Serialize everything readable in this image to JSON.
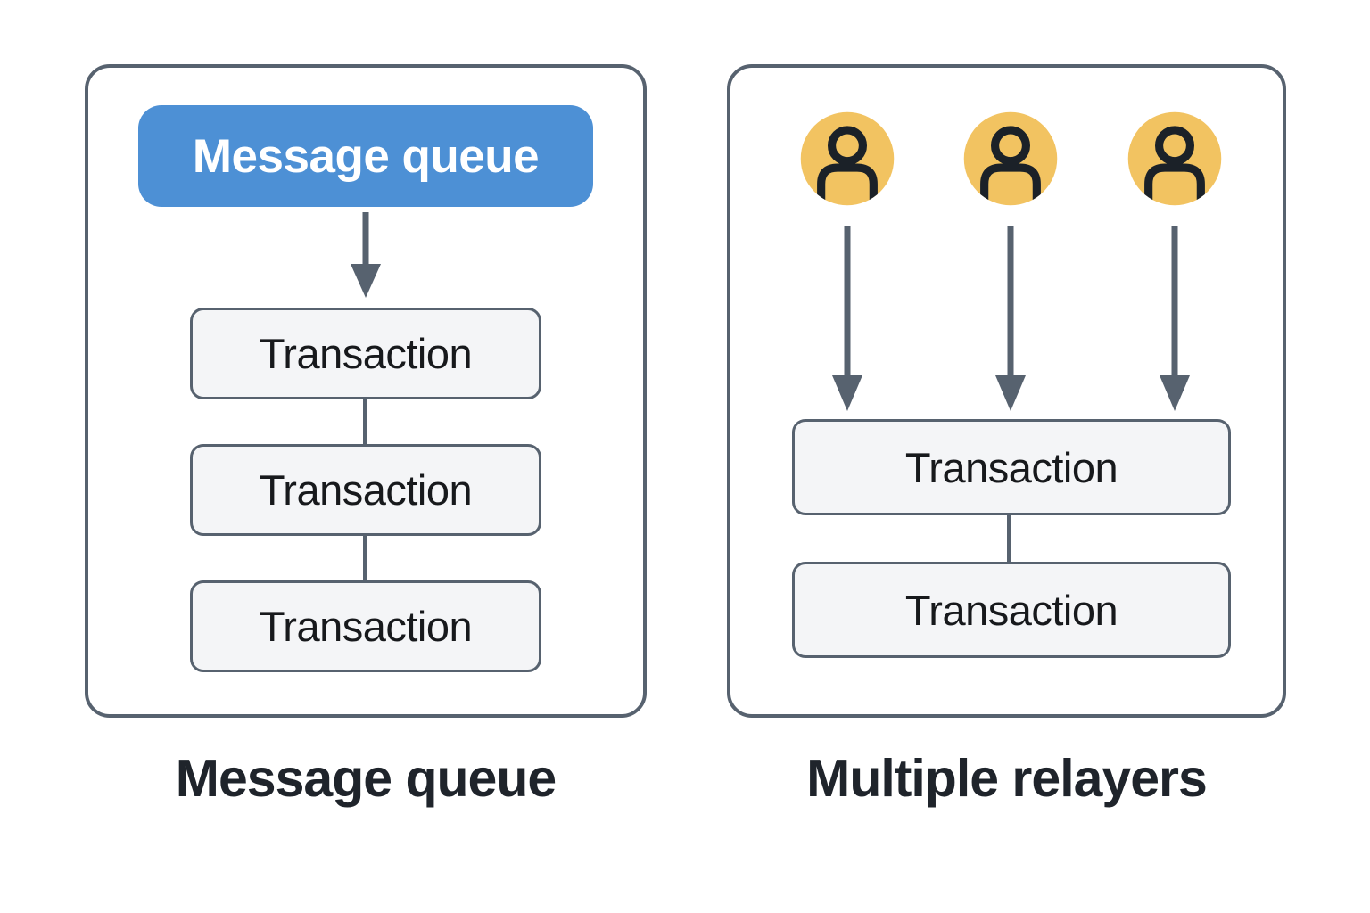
{
  "diagram": {
    "left": {
      "caption": "Message queue",
      "queue_badge": "Message queue",
      "transactions": [
        "Transaction",
        "Transaction",
        "Transaction"
      ]
    },
    "right": {
      "caption": "Multiple relayers",
      "relayer_count": "3",
      "transactions": [
        "Transaction",
        "Transaction"
      ]
    },
    "icons": {
      "relayer": "user-icon",
      "flow": "down-arrow-icon"
    },
    "colors": {
      "badge_blue": "#4D90D5",
      "badge_text": "#FFFFFF",
      "avatar_yellow": "#F2C361",
      "avatar_glyph": "#1B2128",
      "outline_gray": "#57626F",
      "node_fill": "#F4F5F7",
      "node_text": "#17191C",
      "caption_text": "#1F242B",
      "background": "#FFFFFF"
    }
  }
}
